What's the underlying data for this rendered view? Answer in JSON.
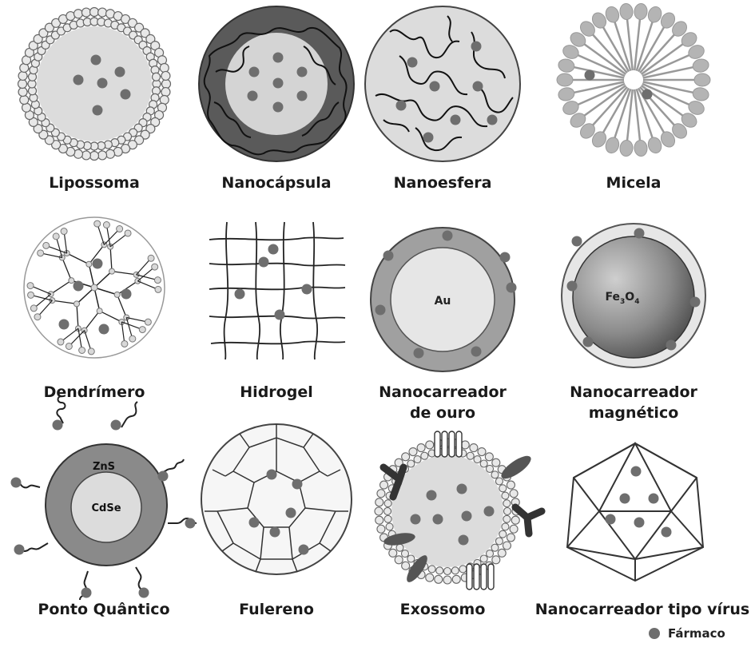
{
  "labels": {
    "lipossoma": "Lipossoma",
    "nanocapsula": "Nanocápsula",
    "nanoesfera": "Nanoesfera",
    "micela": "Micela",
    "dendrimero": "Dendrímero",
    "hidrogel": "Hidrogel",
    "nanocarreador_ouro_1": "Nanocarreador",
    "nanocarreador_ouro_2": "de ouro",
    "nanocarreador_magnetico_1": "Nanocarreador",
    "nanocarreador_magnetico_2": "magnético",
    "ponto_quantico": "Ponto Quântico",
    "fulereno": "Fulereno",
    "exossomo": "Exossomo",
    "virus": "Nanocarreador tipo vírus"
  },
  "core_labels": {
    "gold": "Au",
    "magnetic_base": "Fe",
    "magnetic_sub1": "3",
    "magnetic_mid": "O",
    "magnetic_sub2": "4",
    "zns": "ZnS",
    "cdse": "CdSe"
  },
  "legend": {
    "drug": "Fármaco"
  },
  "colors": {
    "drug": "#6e6e6e",
    "light_fill": "#dcdcdc",
    "dark_shell": "#5a5a5a",
    "mid_shell": "#9a9a9a",
    "stroke": "#333333"
  }
}
